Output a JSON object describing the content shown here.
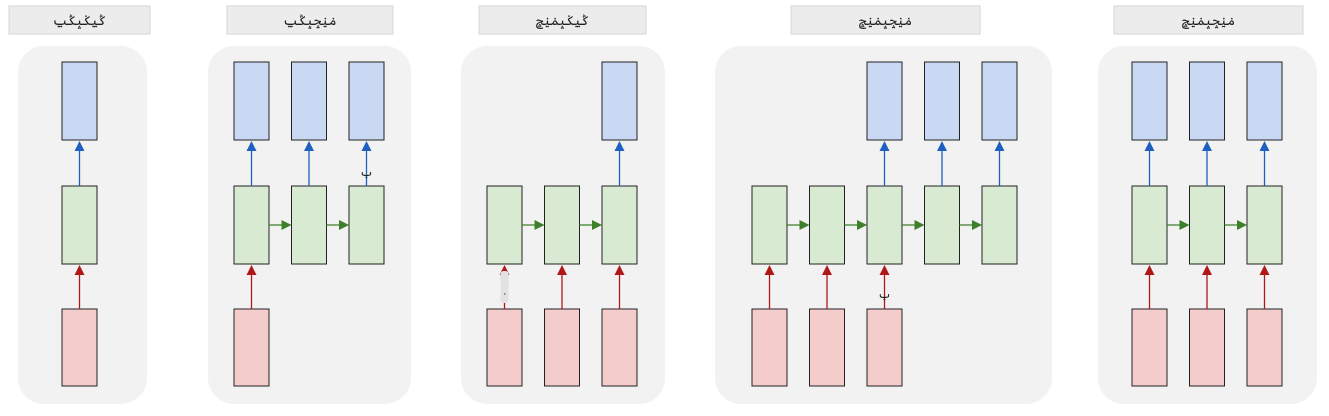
{
  "colors": {
    "panel_fill": "#f2f2f2",
    "title_fill": "#ececec",
    "title_stroke": "#d6d6d6",
    "output_fill": "#c9d9f3",
    "hidden_fill": "#d9ead3",
    "input_fill": "#f4cccc",
    "box_stroke": "#222222",
    "up_arrow_output": "#1f5fbf",
    "right_arrow_hidden": "#3d7f2a",
    "up_arrow_input": "#b01818"
  },
  "panels": [
    {
      "title": "ݣݐݢݒݣݐ",
      "columns": 1,
      "inputs": [
        true
      ],
      "outputs": [
        true
      ],
      "stray_labels": []
    },
    {
      "title": "ݥݧݘݒݣݐ",
      "columns": 3,
      "inputs": [
        true,
        false,
        false
      ],
      "outputs": [
        true,
        true,
        true
      ],
      "stray_labels": [
        {
          "text": "ݕ",
          "column": 2,
          "level": "hidden-top"
        }
      ]
    },
    {
      "title": "ݣݐݢݒݥݧݘ",
      "columns": 3,
      "inputs": [
        true,
        true,
        true
      ],
      "outputs": [
        false,
        false,
        true
      ],
      "stray_labels": [
        {
          "text": "ᐧ",
          "column": 0,
          "level": "input-top"
        }
      ]
    },
    {
      "title": "ݥݧݘݒݥݧݘ",
      "columns": 5,
      "inputs": [
        true,
        true,
        true,
        false,
        false
      ],
      "outputs": [
        false,
        false,
        true,
        true,
        true
      ],
      "stray_labels": [
        {
          "text": "ݕ",
          "column": 2,
          "level": "input-top"
        }
      ]
    },
    {
      "title": "ݥݧݘݒݥݧݘ",
      "columns": 3,
      "inputs": [
        true,
        true,
        true
      ],
      "outputs": [
        true,
        true,
        true
      ],
      "stray_labels": []
    }
  ]
}
